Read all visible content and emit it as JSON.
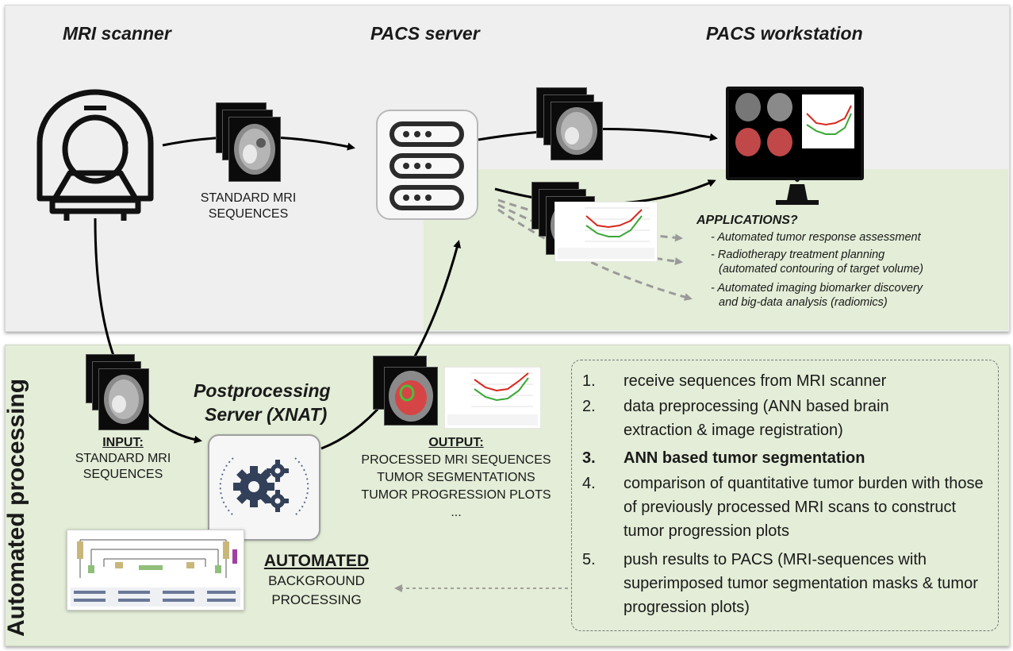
{
  "headings": {
    "mri_scanner": "MRI scanner",
    "pacs_server": "PACS server",
    "pacs_workstation": "PACS workstation",
    "postprocessing_line1": "Postprocessing",
    "postprocessing_line2": "Server (XNAT)",
    "automated_processing": "Automated processing"
  },
  "captions": {
    "standard_mri_line1": "STANDARD MRI",
    "standard_mri_line2": "SEQUENCES",
    "input_label": "INPUT:",
    "input_line1": "STANDARD MRI",
    "input_line2": "SEQUENCES",
    "output_label": "OUTPUT:",
    "output_line1": "PROCESSED MRI SEQUENCES",
    "output_line2": "TUMOR SEGMENTATIONS",
    "output_line3": "TUMOR PROGRESSION PLOTS",
    "output_line4": "...",
    "automated_label": "AUTOMATED",
    "background_line1": "BACKGROUND",
    "background_line2": "PROCESSING"
  },
  "applications": {
    "title": "APPLICATIONS?",
    "items": [
      "- Automated tumor response assessment",
      "- Radiotherapy treatment planning",
      "  (automated contouring of target volume)",
      "-  Automated imaging biomarker discovery",
      "   and big-data analysis (radiomics)"
    ]
  },
  "steps": [
    {
      "num": "1.",
      "text": "receive sequences from MRI scanner"
    },
    {
      "num": "2.",
      "text": "data preprocessing (ANN based brain extraction & image registration)"
    },
    {
      "num": "3.",
      "text": "ANN based tumor segmentation"
    },
    {
      "num": "4.",
      "text": "comparison of quantitative tumor burden with those of previously processed MRI scans to construct tumor progression plots"
    },
    {
      "num": "5.",
      "text": "push results to PACS (MRI-sequences with superimposed tumor segmentation masks & tumor progression plots)"
    }
  ],
  "colors": {
    "top_panel": "#efefef",
    "green_panel": "#e3edd7",
    "arrow": "#000000",
    "dashed_arrow": "#9a9a9a",
    "plot_red": "#d8281e",
    "plot_green": "#3aa835",
    "segmentation_red": "#d64545",
    "segmentation_green": "#44c23c"
  },
  "icons": [
    "mri-scanner-icon",
    "server-icon",
    "gears-icon",
    "monitor-icon",
    "network-diagram-icon"
  ]
}
